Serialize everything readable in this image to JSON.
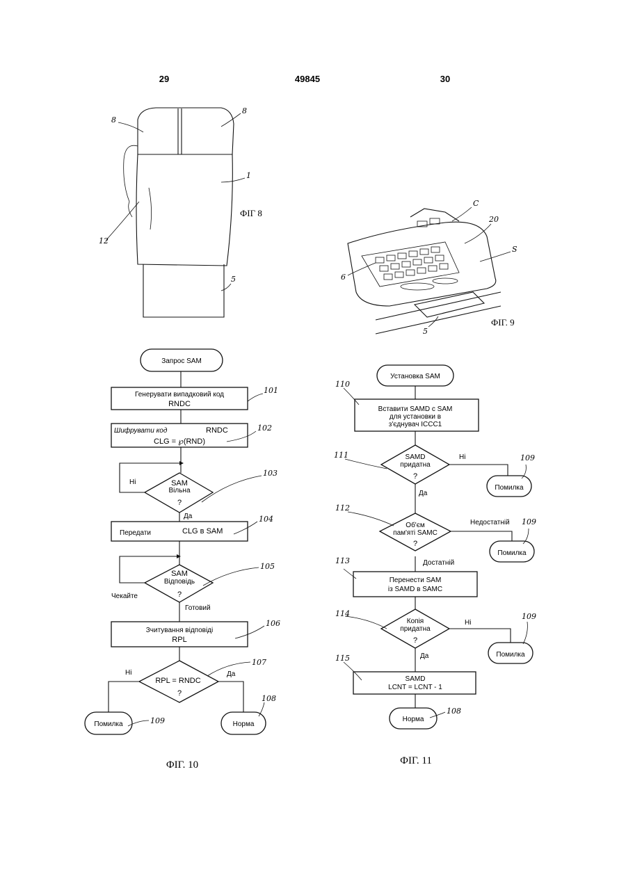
{
  "header": {
    "page_left": "29",
    "doc_number": "49845",
    "page_right": "30"
  },
  "fig8": {
    "caption": "ФІГ 8",
    "refs": {
      "r8a": "8",
      "r8b": "8",
      "r1": "1",
      "r12": "12",
      "r5": "5"
    }
  },
  "fig9": {
    "caption": "ФІГ. 9",
    "refs": {
      "c": "C",
      "r20": "20",
      "s": "S",
      "r6": "6",
      "r5": "5"
    }
  },
  "fig10": {
    "caption": "ФІГ. 10",
    "start": "Запрос SAM",
    "step101": {
      "line1": "Генерувати випадковий код",
      "line2": "RNDC",
      "ref": "101"
    },
    "step102": {
      "line1a": "Шифрувати код",
      "line1b": "RNDC",
      "line2": "CLG = ℘(RND)",
      "ref": "102"
    },
    "dec103": {
      "line1": "SAM",
      "line2": "Вільна",
      "line3": "?",
      "no": "Ні",
      "yes": "Да",
      "ref": "103"
    },
    "step104": {
      "left": "Передати",
      "right": "CLG  в  SAM",
      "ref": "104"
    },
    "dec105": {
      "line1": "SAM",
      "line2": "Відповідь",
      "line3": "?",
      "wait": "Чекайте",
      "ready": "Готовий",
      "ref": "105"
    },
    "step106": {
      "line1": "Зчитування відповіді",
      "line2": "RPL",
      "ref": "106"
    },
    "dec107": {
      "line1": "RPL = RNDC",
      "line2": "?",
      "no": "Ні",
      "yes": "Да",
      "ref": "107"
    },
    "err": {
      "label": "Помилка",
      "ref": "109"
    },
    "ok": {
      "label": "Норма",
      "ref": "108"
    }
  },
  "fig11": {
    "caption": "ФІГ. 11",
    "start": "Установка  SAM",
    "step110": {
      "line1": "Вставити  SAMD с SAM",
      "line2": "для установки в",
      "line3": "з'єднувач ICCC1",
      "ref": "110"
    },
    "dec111": {
      "line1": "SAMD",
      "line2": "придатна",
      "line3": "?",
      "no": "Ні",
      "yes": "Да",
      "ref": "111"
    },
    "err1": {
      "label": "Помилка",
      "ref": "109"
    },
    "dec112": {
      "line1": "Об'єм",
      "line2": "пам'яті SAMC",
      "line3": "?",
      "no": "Недостатній",
      "yes": "Достатній",
      "ref": "112"
    },
    "err2": {
      "label": "Помилка",
      "ref": "109"
    },
    "step113": {
      "line1": "Перенести SAM",
      "line2": "із SAMD в SAMC",
      "ref": "113"
    },
    "dec114": {
      "line1": "Копія",
      "line2": "придатна",
      "line3": "?",
      "no": "Ні",
      "yes": "Да",
      "ref": "114"
    },
    "err3": {
      "label": "Помилка",
      "ref": "109"
    },
    "step115": {
      "line1": "SAMD",
      "line2": "LCNT = LCNT - 1",
      "ref": "115"
    },
    "ok": {
      "label": "Норма",
      "ref": "108"
    }
  }
}
